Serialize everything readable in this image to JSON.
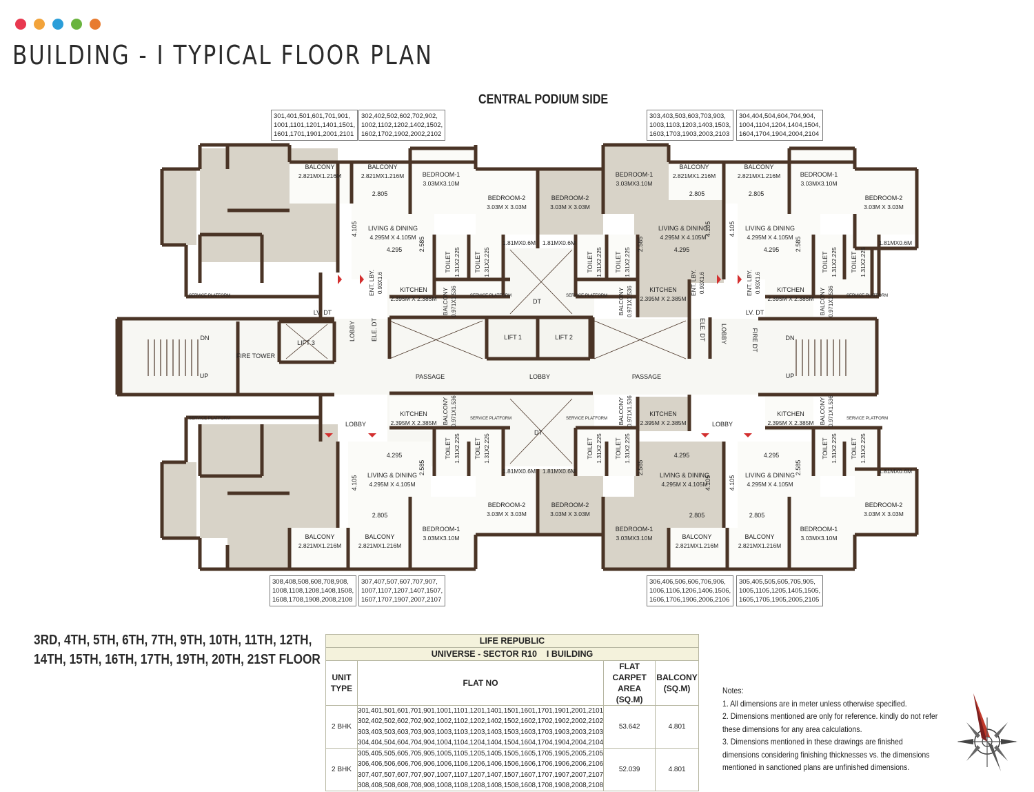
{
  "header": {
    "dots": [
      "#e8384f",
      "#f2a33a",
      "#2b9ed9",
      "#6ab43e",
      "#e87b2f"
    ],
    "title": "BUILDING - I TYPICAL FLOOR PLAN",
    "podium_label": "CENTRAL PODIUM SIDE"
  },
  "flat_groups": {
    "top": [
      [
        "301,401,501,601,701,901,",
        "1001,1101,1201,1401,1501,",
        "1601,1701,1901,2001,2101"
      ],
      [
        "302,402,502,602,702,902,",
        "1002,1102,1202,1402,1502,",
        "1602,1702,1902,2002,2102"
      ],
      [
        "303,403,503,603,703,903,",
        "1003,1103,1203,1403,1503,",
        "1603,1703,1903,2003,2103"
      ],
      [
        "304,404,504,604,704,904,",
        "1004,1104,1204,1404,1504,",
        "1604,1704,1904,2004,2104"
      ]
    ],
    "bottom": [
      [
        "308,408,508,608,708,908,",
        "1008,1108,1208,1408,1508,",
        "1608,1708,1908,2008,2108"
      ],
      [
        "307,407,507,607,707,907,",
        "1007,1107,1207,1407,1507,",
        "1607,1707,1907,2007,2107"
      ],
      [
        "306,406,506,606,706,906,",
        "1006,1106,1206,1406,1506,",
        "1606,1706,1906,2006,2106"
      ],
      [
        "305,405,505,605,705,905,",
        "1005,1105,1205,1405,1505,",
        "1605,1705,1905,2005,2105"
      ]
    ]
  },
  "plan_labels": {
    "balcony": "BALCONY",
    "balcony_dim": "2.821MX1.216M",
    "bedroom1": "BEDROOM-1",
    "bedroom1_dim": "3.03MX3.10M",
    "bedroom2": "BEDROOM-2",
    "bedroom2_dim": "3.03M X 3.03M",
    "living": "LIVING & DINING",
    "living_dim": "4.295M X 4.105M",
    "dim_2805": "2.805",
    "dim_4295": "4.295",
    "dim_4105": "4.105",
    "dim_2585": "2.585",
    "dim_181": "1.81MX0.6M",
    "toilet": "TOILET",
    "toilet_dim": "1.31X2.225",
    "kitchen": "KITCHEN",
    "kitchen_dim": "2.395M X 2.385M",
    "small_balcony": "BALCONY",
    "small_balcony_dim": "0.971X1.536",
    "ent_lby": "ENT. LBY.",
    "ent_lby_dim": "0.93X1.6",
    "service_platform": "SERVICE PLATFORM",
    "lv_dt": "LV. DT",
    "dt": "DT",
    "lobby": "LOBBY",
    "ele_dt": "ELE. DT",
    "fire_dt": "FIRE DT",
    "fire_tower": "FIRE TOWER",
    "lift1": "LIFT 1",
    "lift2": "LIFT 2",
    "lift3": "LIFT 3",
    "passage": "PASSAGE",
    "dn": "DN",
    "up": "UP"
  },
  "floors": [
    "3RD, 4TH, 5TH, 6TH, 7TH, 9TH, 10TH, 11TH, 12TH,",
    "14TH, 15TH, 16TH, 17TH, 19TH, 20TH, 21ST FLOOR"
  ],
  "area_table": {
    "project": "LIFE REPUBLIC",
    "building": "UNIVERSE - SECTOR R10    I BUILDING",
    "col_unit": [
      "UNIT",
      "TYPE"
    ],
    "col_flat": "FLAT NO",
    "col_carpet": [
      "FLAT CARPET",
      "AREA (SQ.M)"
    ],
    "col_balcony": [
      "BALCONY",
      "(SQ.M)"
    ],
    "rows": [
      {
        "type": "2 BHK",
        "flats": [
          "301,401,501,601,701,901,1001,1101,1201,1401,1501,1601,1701,1901,2001,2101",
          "302,402,502,602,702,902,1002,1102,1202,1402,1502,1602,1702,1902,2002,2102",
          "303,403,503,603,703,903,1003,1103,1203,1403,1503,1603,1703,1903,2003,2103",
          "304,404,504,604,704,904,1004,1104,1204,1404,1504,1604,1704,1904,2004,2104"
        ],
        "carpet": "53.642",
        "balcony": "4.801"
      },
      {
        "type": "2 BHK",
        "flats": [
          "305,405,505,605,705,905,1005,1105,1205,1405,1505,1605,1705,1905,2005,2105",
          "306,406,506,606,706,906,1006,1106,1206,1406,1506,1606,1706,1906,2006,2106",
          "307,407,507,607,707,907,1007,1107,1207,1407,1507,1607,1707,1907,2007,2107",
          "308,408,508,608,708,908,1008,1108,1208,1408,1508,1608,1708,1908,2008,2108"
        ],
        "carpet": "52.039",
        "balcony": "4.801"
      }
    ]
  },
  "notes": [
    "Notes:",
    "1. All dimensions are in meter unless otherwise specified.",
    "2. Dimensions mentioned are only for reference. kindly do not refer",
    "these dimensions for any area calculations.",
    "3. Dimensions mentioned in these drawings are finished",
    "dimensions considering finishing thicknesses vs. the dimensions",
    "mentioned in sanctioned plans are unfinished dimensions."
  ]
}
